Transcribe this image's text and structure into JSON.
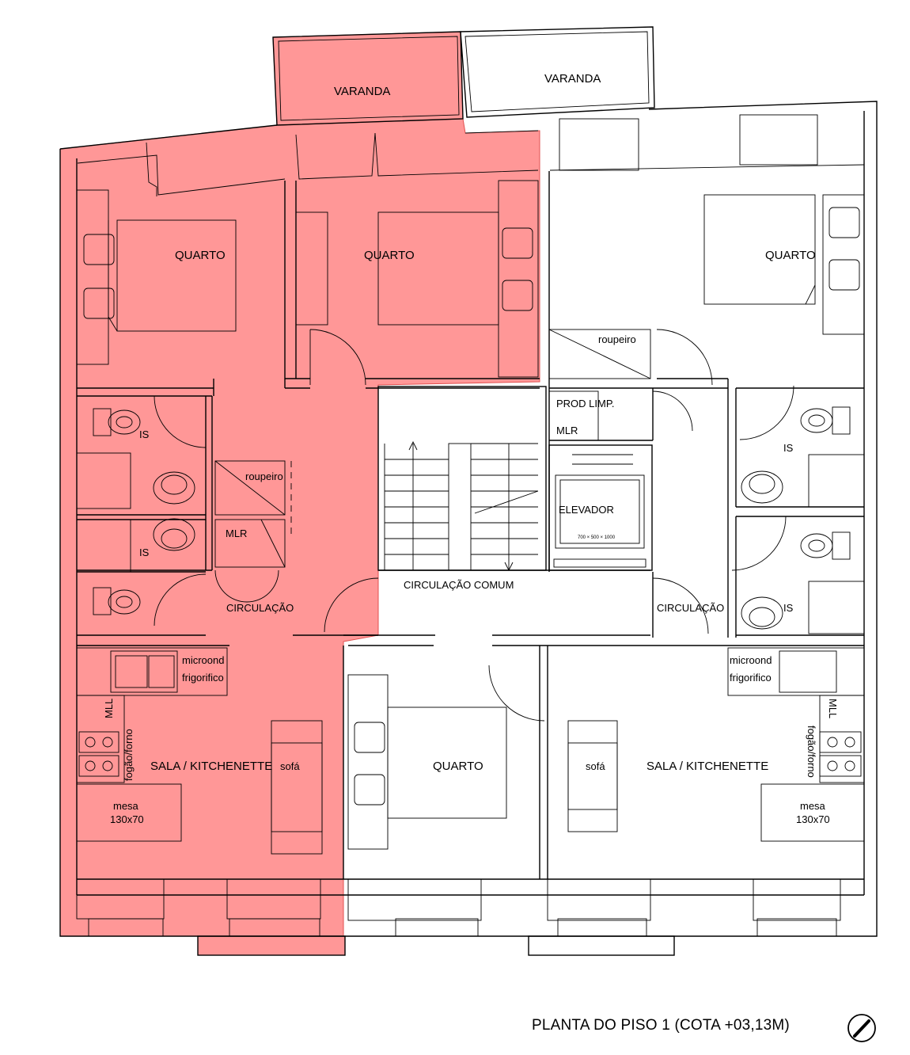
{
  "caption": "PLANTA DO PISO 1 (COTA +03,13M)",
  "colors": {
    "highlight": "#ff6b6b",
    "line": "#000000",
    "background": "#ffffff"
  },
  "icons": {
    "north_arrow": "north-arrow-icon"
  },
  "labels": {
    "varanda_left": "VARANDA",
    "varanda_right": "VARANDA",
    "quarto_1": "QUARTO",
    "quarto_2": "QUARTO",
    "quarto_3": "QUARTO",
    "quarto_4": "QUARTO",
    "roupeiro_right": "roupeiro",
    "roupeiro_left": "roupeiro",
    "prod_limp": "PROD LIMP.",
    "mlr_top": "MLR",
    "is_left_1": "IS",
    "is_left_2": "IS",
    "is_right_1": "IS",
    "is_right_2": "IS",
    "mlr_left": "MLR",
    "elevador": "ELEVADOR",
    "elevador_dims": "700 × 500 × 1000",
    "circulacao_comum": "CIRCULAÇÃO COMUM",
    "circulacao_left": "CIRCULAÇÃO",
    "circulacao_right": "CIRCULAÇÃO",
    "microond_left": "microond",
    "frigorifico_left": "frigorifico",
    "microond_right": "microond",
    "frigorifico_right": "frigorifico",
    "mll_left": "MLL",
    "mll_right": "MLL",
    "fogao_left": "fogão/forno",
    "fogao_right": "fogão/forno",
    "sala_left": "SALA / KITCHENETTE",
    "sala_right": "SALA / KITCHENETTE",
    "sofa_left": "sofá",
    "sofa_right": "sofá",
    "mesa_left": "mesa",
    "mesa_left_dims": "130x70",
    "mesa_right": "mesa",
    "mesa_right_dims": "130x70"
  }
}
